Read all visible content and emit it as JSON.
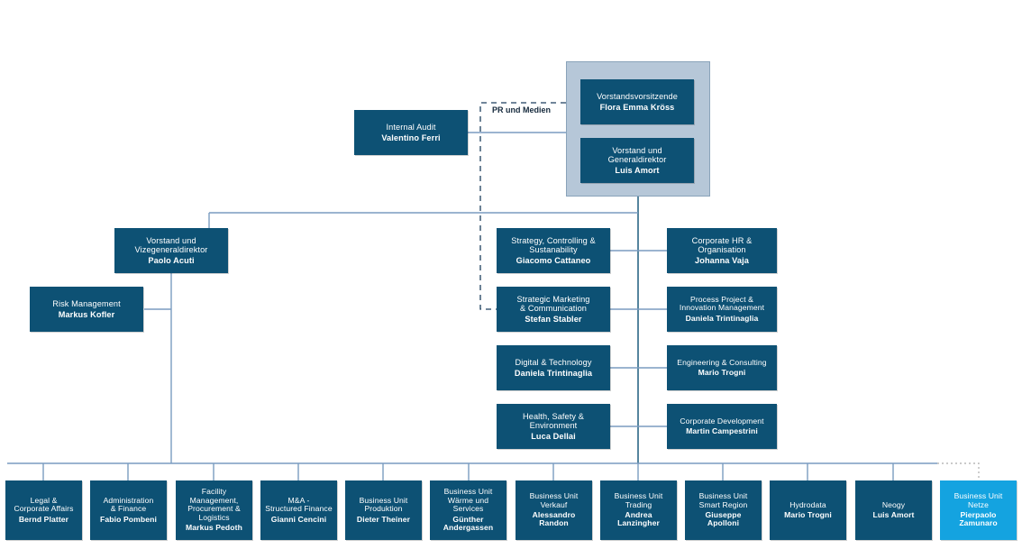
{
  "meta": {
    "colors": {
      "node_fill": "#0d5174",
      "node_accent": "#14a3e0",
      "panel_fill": "#b6c7d8",
      "connector": "#7a9cc0",
      "background": "#ffffff"
    }
  },
  "labels": {
    "pr_und_medien": "PR und Medien"
  },
  "board_panel": {
    "chair": {
      "title": "Vorstandsvorsitzende",
      "person": "Flora Emma Kröss"
    },
    "ceo": {
      "title": "Vorstand und\nGeneraldirektor",
      "person": "Luis Amort"
    }
  },
  "staff": {
    "internal_audit": {
      "title": "Internal Audit",
      "person": "Valentino Ferri"
    },
    "deputy": {
      "title": "Vorstand und\nVizegeneraldirektor",
      "person": "Paolo Acuti"
    },
    "risk": {
      "title": "Risk Management",
      "person": "Markus Kofler"
    }
  },
  "center_column": [
    {
      "title": "Strategy, Controlling &\nSustanability",
      "person": "Giacomo Cattaneo"
    },
    {
      "title": "Strategic Marketing\n& Communication",
      "person": "Stefan Stabler"
    },
    {
      "title": "Digital & Technology",
      "person": "Daniela Trintinaglia"
    },
    {
      "title": "Health, Safety &\nEnvironment",
      "person": "Luca Dellai"
    }
  ],
  "right_column": [
    {
      "title": "Corporate HR &\nOrganisation",
      "person": "Johanna Vaja"
    },
    {
      "title": "Process Project &\nInnovation Management",
      "person": "Daniela Trintinaglia"
    },
    {
      "title": "Engineering & Consulting",
      "person": "Mario Trogni"
    },
    {
      "title": "Corporate Development",
      "person": "Martin Campestrini"
    }
  ],
  "bottom_row_left": [
    {
      "title": "Legal &\nCorporate Affairs",
      "person": "Bernd Platter"
    },
    {
      "title": "Administration\n& Finance",
      "person": "Fabio Pombeni"
    },
    {
      "title": "Facility\nManagement,\nProcurement &\nLogistics",
      "person": "Markus Pedoth"
    },
    {
      "title": "M&A -\nStructured Finance",
      "person": "Gianni Cencini"
    }
  ],
  "bottom_row_right": [
    {
      "title": "Business Unit\nProduktion",
      "person": "Dieter Theiner",
      "accent": false
    },
    {
      "title": "Business Unit\nWärme und Services",
      "person": "Günther\nAndergassen",
      "accent": false
    },
    {
      "title": "Business Unit\nVerkauf",
      "person": "Alessandro\nRandon",
      "accent": false
    },
    {
      "title": "Business Unit\nTrading",
      "person": "Andrea\nLanzingher",
      "accent": false
    },
    {
      "title": "Business Unit\nSmart Region",
      "person": "Giuseppe Apolloni",
      "accent": false
    },
    {
      "title": "Hydrodata",
      "person": "Mario Trogni",
      "accent": false
    },
    {
      "title": "Neogy",
      "person": "Luis Amort",
      "accent": false
    },
    {
      "title": "Business Unit\nNetze",
      "person": "Pierpaolo\nZamunaro",
      "accent": true
    }
  ]
}
